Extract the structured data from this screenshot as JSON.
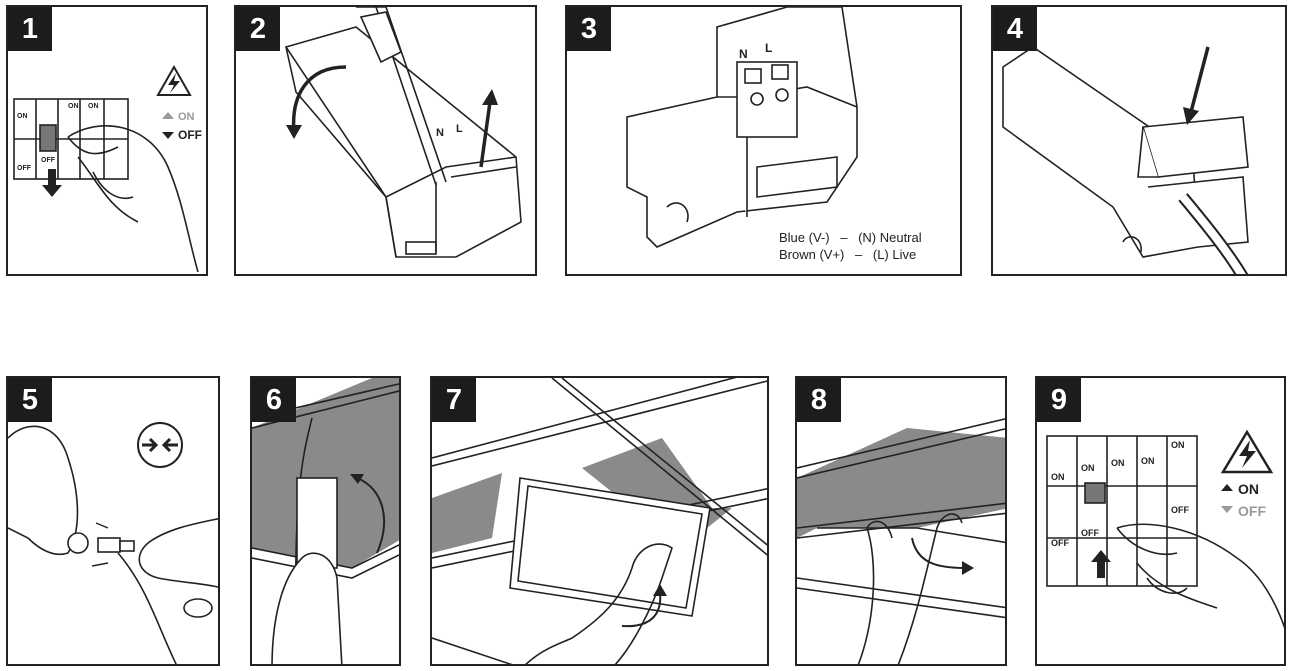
{
  "steps": [
    {
      "number": "1"
    },
    {
      "number": "2"
    },
    {
      "number": "3"
    },
    {
      "number": "4"
    },
    {
      "number": "5"
    },
    {
      "number": "6"
    },
    {
      "number": "7"
    },
    {
      "number": "8"
    },
    {
      "number": "9"
    }
  ],
  "switch_labels": {
    "on": "ON",
    "off": "OFF"
  },
  "terminal_labels": {
    "neutral": "N",
    "live": "L"
  },
  "wiring": {
    "blue": "Blue (V-)",
    "blue_dash": "–",
    "blue_target": "(N) Neutral",
    "brown": "Brown (V+)",
    "brown_dash": "–",
    "brown_target": "(L) Live"
  },
  "colors": {
    "ink": "#222222",
    "badge": "#1c1c1c",
    "tile_shade": "#8a8a8a",
    "off_grey": "#9a9a9a"
  }
}
